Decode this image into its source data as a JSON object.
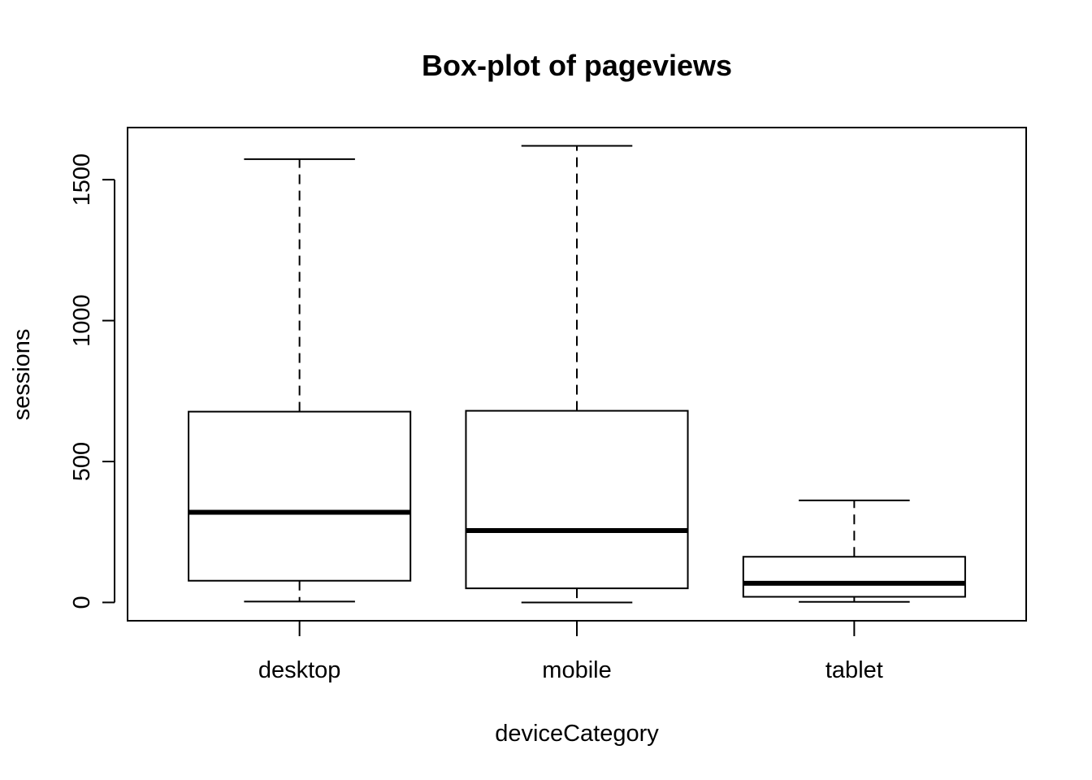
{
  "chart_data": {
    "type": "boxplot",
    "title": "Box-plot of pageviews",
    "xlabel": "deviceCategory",
    "ylabel": "sessions",
    "categories": [
      "desktop",
      "mobile",
      "tablet"
    ],
    "ylim": [
      -65,
      1685
    ],
    "yticks": [
      0,
      500,
      1000,
      1500
    ],
    "ytick_labels": [
      "0",
      "500",
      "1000",
      "1500"
    ],
    "grid": false,
    "legend": "none",
    "boxes": [
      {
        "category": "desktop",
        "whisker_low": 3,
        "q1": 77,
        "median": 320,
        "q3": 677,
        "whisker_high": 1573
      },
      {
        "category": "mobile",
        "whisker_low": 0,
        "q1": 50,
        "median": 255,
        "q3": 680,
        "whisker_high": 1620
      },
      {
        "category": "tablet",
        "whisker_low": 2,
        "q1": 20,
        "median": 68,
        "q3": 162,
        "whisker_high": 362
      }
    ],
    "colors": {
      "box_fill": "#ffffff",
      "stroke": "#000000"
    }
  }
}
